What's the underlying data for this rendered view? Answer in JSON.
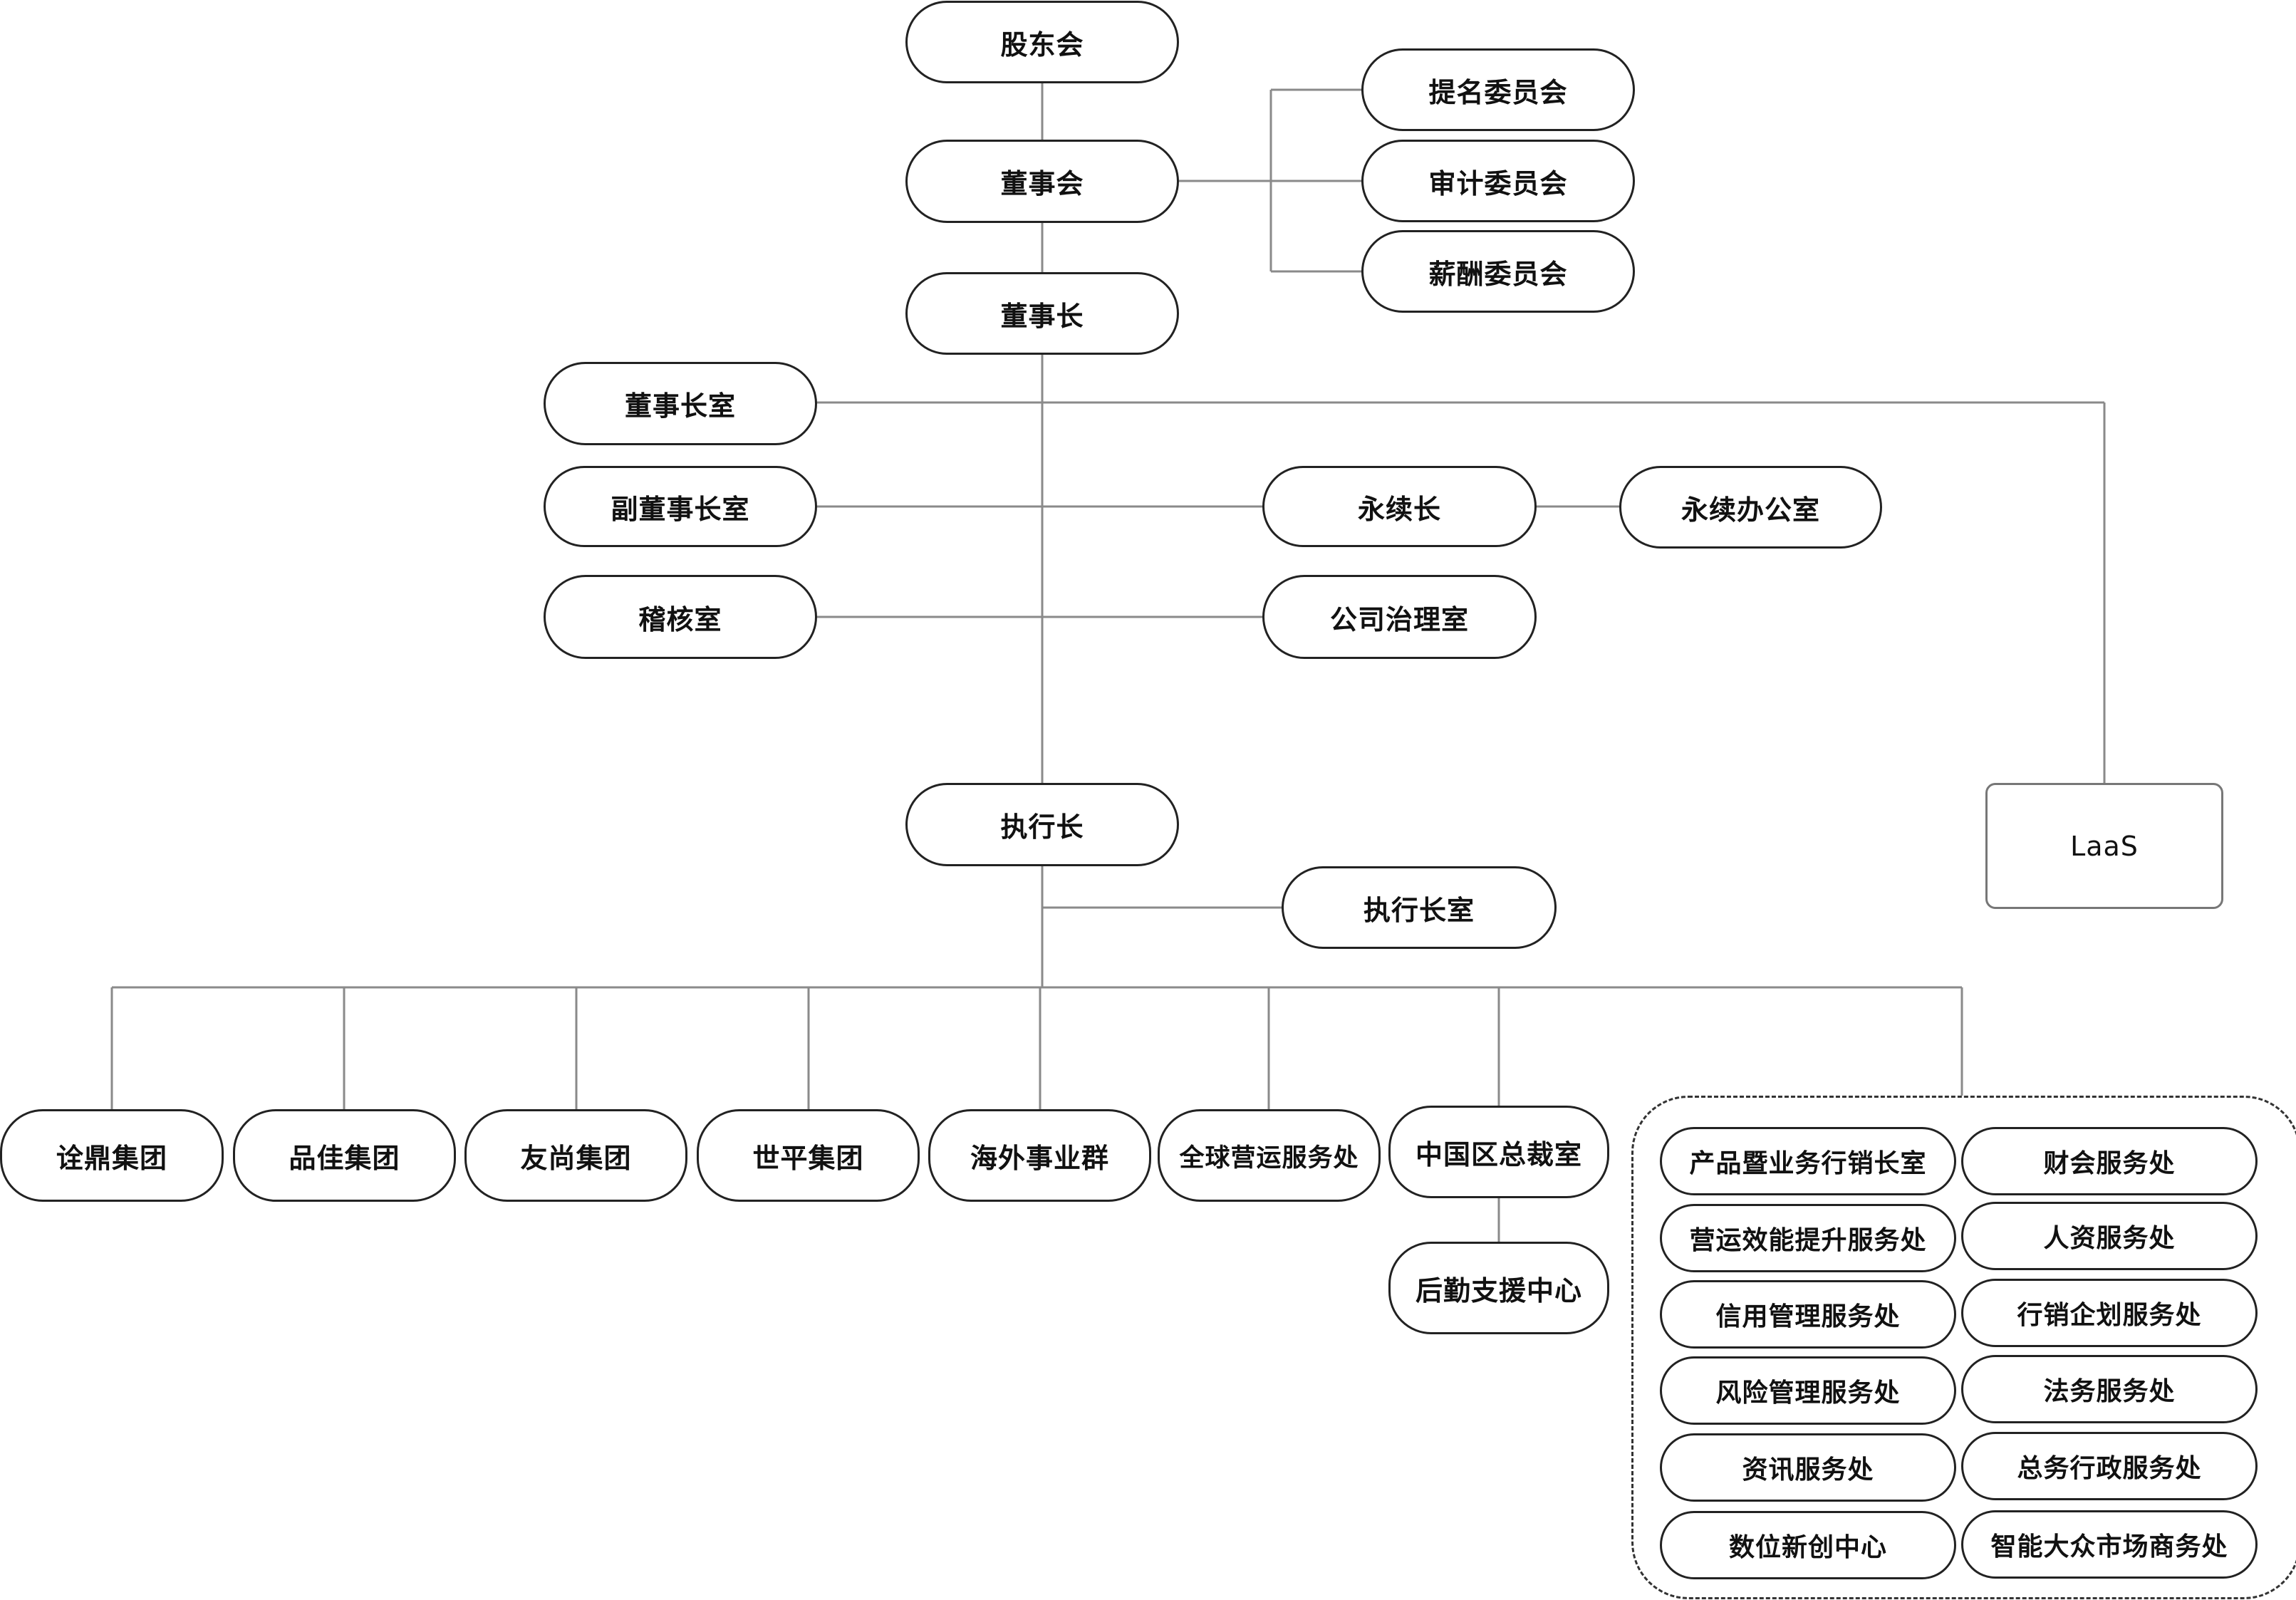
{
  "colors": {
    "line": "#8a8a8a",
    "border": "#222222",
    "background": "#ffffff"
  },
  "top": {
    "shareholders": "股东会",
    "board": "董事会",
    "chairman": "董事长"
  },
  "committees": [
    "提名委员会",
    "审计委员会",
    "薪酬委员会"
  ],
  "chairman_units": {
    "chairman_office": "董事长室",
    "vice_chairman_office": "副董事长室",
    "audit_office": "稽核室",
    "sustainability_chief": "永续长",
    "sustainability_office": "永续办公室",
    "governance_office": "公司治理室",
    "laas": "LaaS"
  },
  "executive": {
    "ceo": "执行长",
    "ceo_office": "执行长室"
  },
  "groups": [
    "诠鼎集团",
    "品佳集团",
    "友尚集团",
    "世平集团",
    "海外事业群",
    "全球营运服务处",
    "中国区总裁室"
  ],
  "china_sub": "后勤支援中心",
  "service_units": [
    "产品暨业务行销长室",
    "财会服务处",
    "营运效能提升服务处",
    "人资服务处",
    "信用管理服务处",
    "行销企划服务处",
    "风险管理服务处",
    "法务服务处",
    "资讯服务处",
    "总务行政服务处",
    "数位新创中心",
    "智能大众市场商务处"
  ]
}
